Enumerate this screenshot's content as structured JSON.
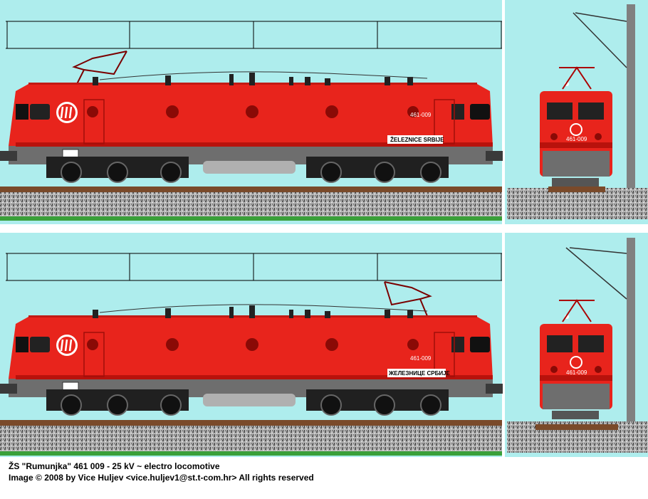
{
  "colors": {
    "sky": "#aeeded",
    "body_red": "#e8241c",
    "body_dark_red": "#b8120c",
    "frame_grey": "#6e6e6e",
    "bogie_black": "#202020",
    "rail_brown": "#7a4a2a",
    "ballast": "#a0a0a0",
    "grass": "#3aa03a",
    "mast_grey": "#808080"
  },
  "views": {
    "top": {
      "number": "461-009",
      "lettering": "ŽELEZNICE SRBIJE"
    },
    "bottom": {
      "number": "461-009",
      "lettering": "ЖЕЛЕЗНИЦЕ СРБИЈЕ"
    },
    "front_number": "461-009"
  },
  "caption": {
    "line1": "ŽS \"Rumunjka\"  461 009 - 25 kV ~ electro locomotive",
    "line2": "Image © 2008 by Vice Huljev <vice.huljev1@st.t-com.hr>  All rights reserved"
  }
}
